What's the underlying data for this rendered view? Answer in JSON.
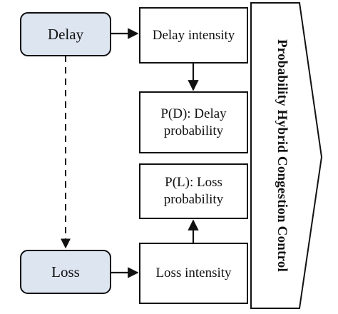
{
  "diagram": {
    "nodes": {
      "delay": "Delay",
      "loss": "Loss",
      "delay_intensity": "Delay intensity",
      "delay_probability": "P(D): Delay probability",
      "loss_probability": "P(L): Loss probability",
      "loss_intensity": "Loss intensity",
      "control": "Probability Hybrid Congestion Control"
    },
    "colors": {
      "input_fill": "#dde5f1",
      "box_fill": "#ffffff",
      "stroke": "#111111"
    }
  }
}
